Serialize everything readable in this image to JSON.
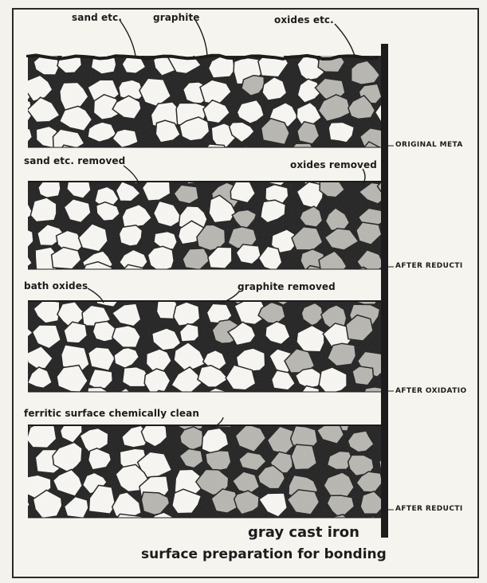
{
  "stages": [
    {
      "label": "ORIGINAL META",
      "annotations": [
        "sand etc.",
        "graphite",
        "oxides etc."
      ]
    },
    {
      "label": "AFTER REDUCTI",
      "annotations": [
        "sand etc. removed",
        "oxides removed"
      ]
    },
    {
      "label": "AFTER OXIDATIO",
      "annotations": [
        "bath oxides",
        "graphite removed"
      ]
    },
    {
      "label": "AFTER REDUCTI",
      "annotations": [
        "ferritic surface chemically clean"
      ]
    }
  ],
  "caption": {
    "line1": "gray cast iron",
    "line2": "surface preparation for bonding"
  },
  "colors": {
    "ink": "#1c1c1c",
    "paper": "#f6f4ee",
    "grain_light": "#fbfaf6",
    "grain_grey": "#b8b6b0"
  }
}
